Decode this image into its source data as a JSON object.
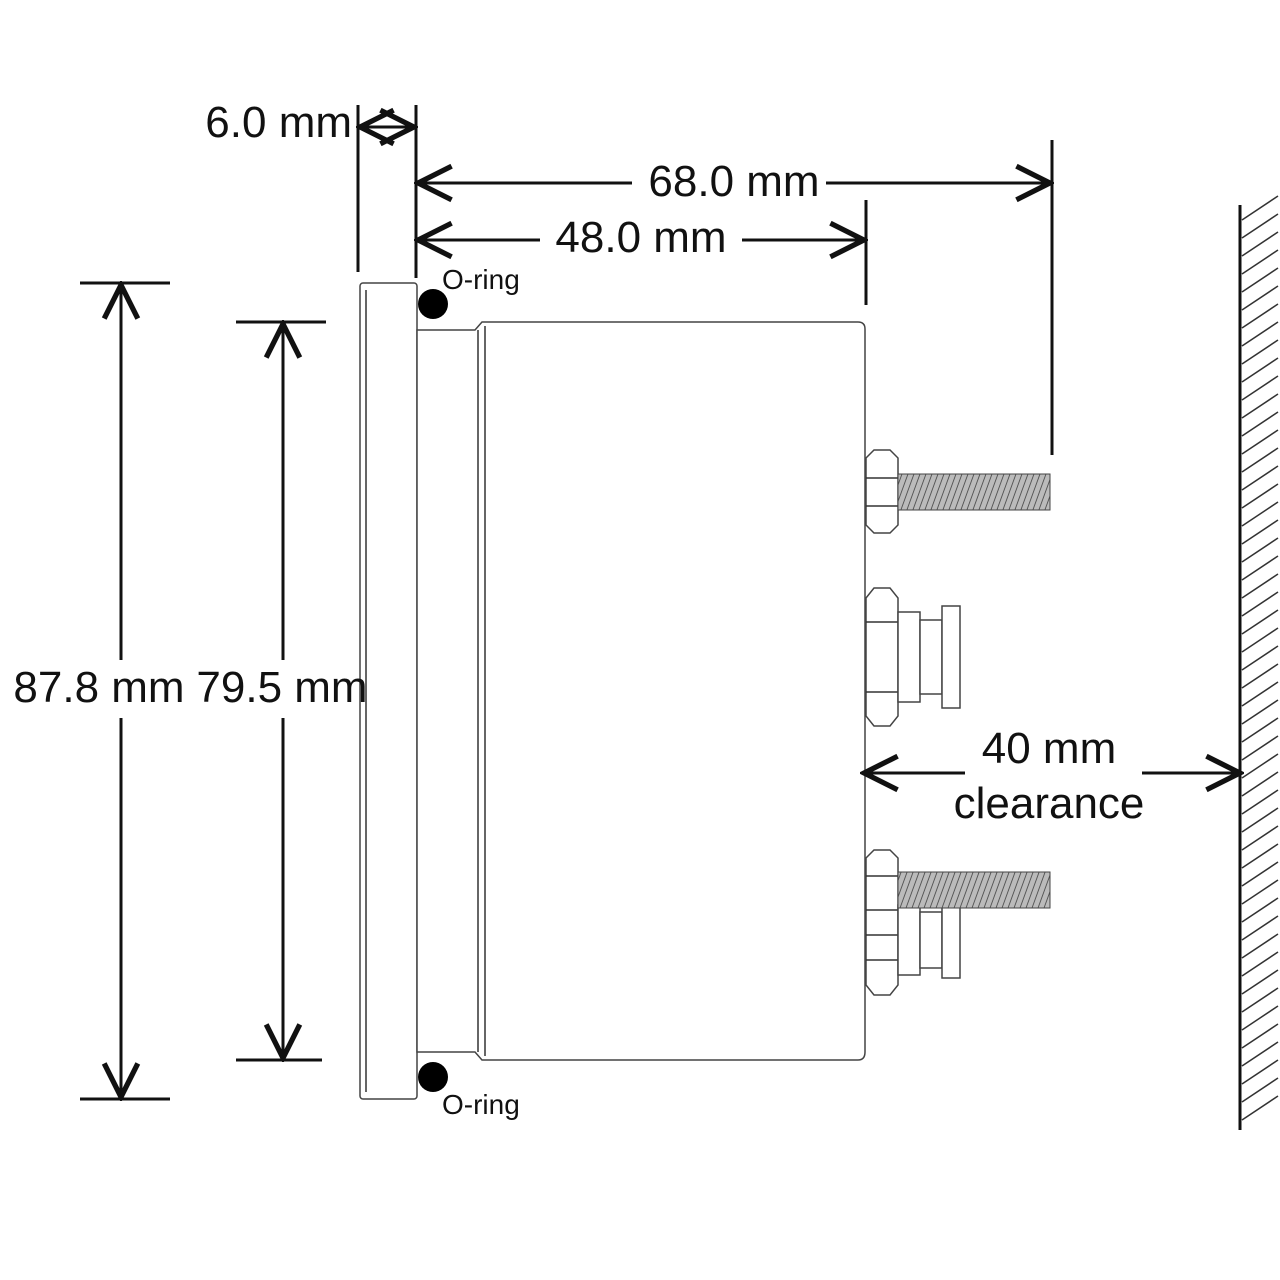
{
  "dimensions": {
    "bezel_thickness": "6.0 mm",
    "overall_depth": "68.0 mm",
    "body_depth": "48.0 mm",
    "bezel_diameter": "87.8 mm",
    "body_diameter": "79.5 mm",
    "clearance_line1": "40 mm",
    "clearance_line2": "clearance"
  },
  "labels": {
    "oring_top": "O-ring",
    "oring_bottom": "O-ring"
  },
  "colors": {
    "line": "#111111",
    "outline": "#444444",
    "oring": "#000000",
    "thread": "#777777"
  }
}
